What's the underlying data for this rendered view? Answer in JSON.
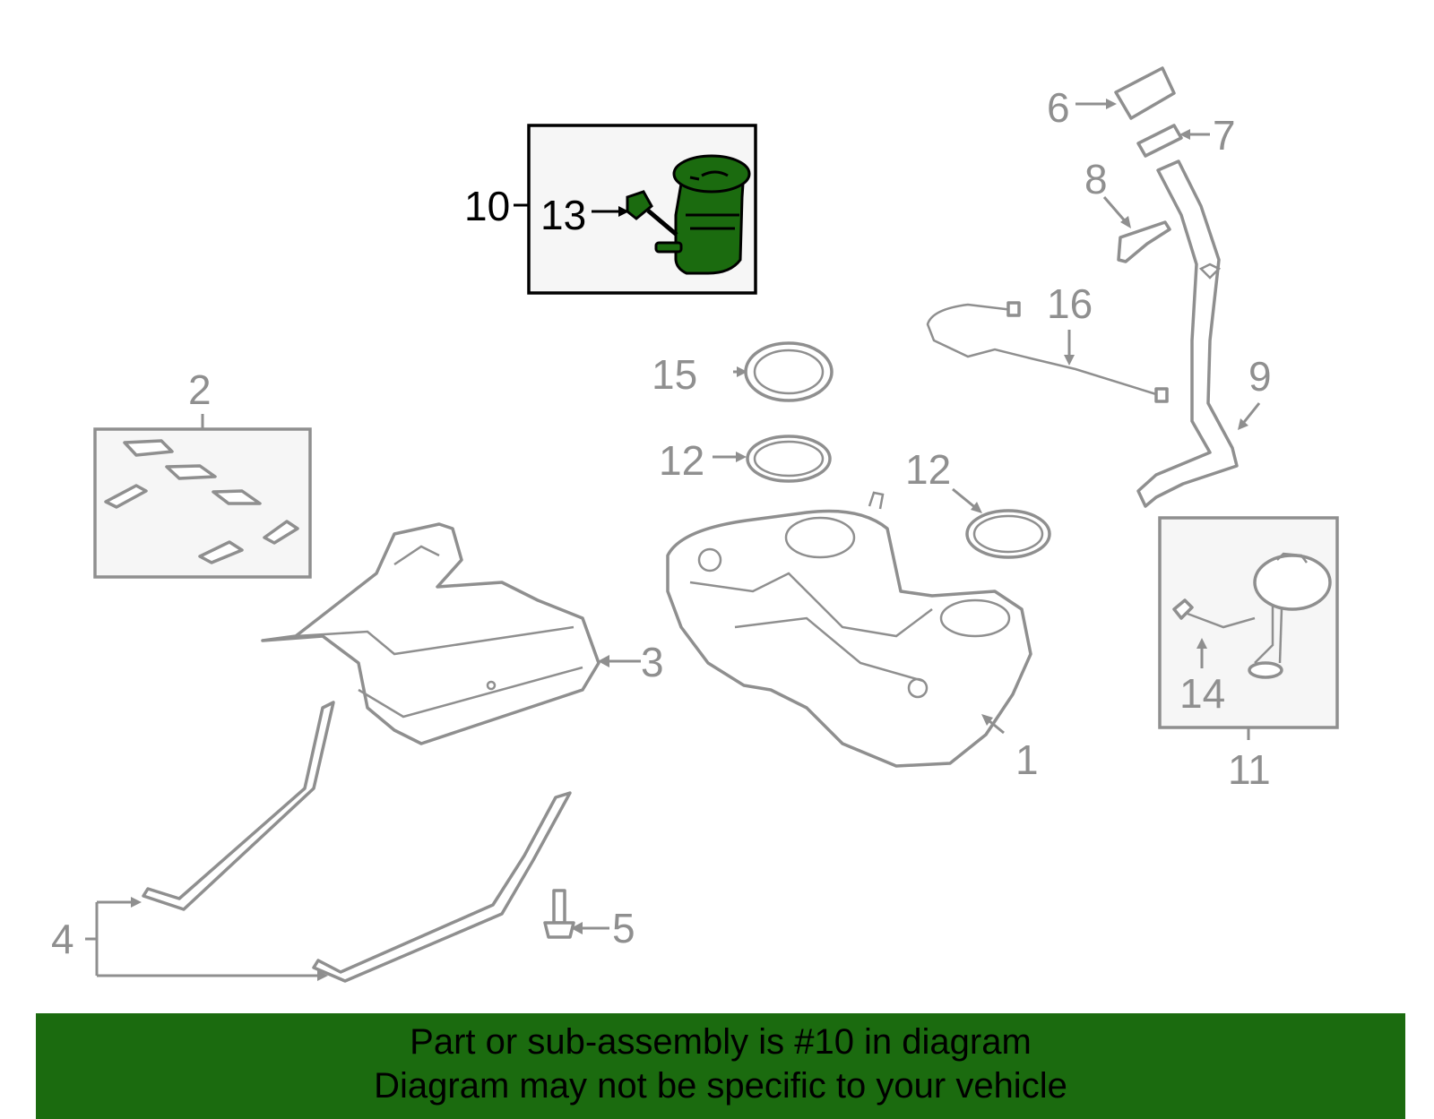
{
  "colors": {
    "highlight": "#1b6b0f",
    "banner": "#1b6b0f",
    "outline": "#8f8f8f"
  },
  "callouts": {
    "c1": "1",
    "c2": "2",
    "c3": "3",
    "c4": "4",
    "c5": "5",
    "c6": "6",
    "c7": "7",
    "c8": "8",
    "c9": "9",
    "c10": "10",
    "c11": "11",
    "c12a": "12",
    "c12b": "12",
    "c13": "13",
    "c14": "14",
    "c15": "15",
    "c16": "16"
  },
  "banner": {
    "line1": "Part or sub-assembly is #10 in diagram",
    "line2": "Diagram may not be specific to your vehicle"
  }
}
